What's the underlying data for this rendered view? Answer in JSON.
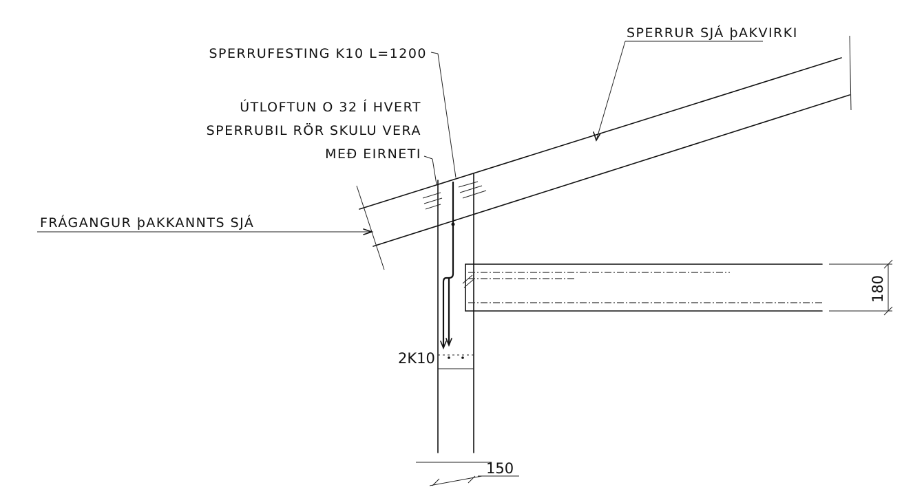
{
  "labels": {
    "rafters": "SPERRUR SJÁ þAKVIRKI",
    "rafter_fixing": "SPERRUFESTING K10 L=1200",
    "ventilation_line1": "ÚTLOFTUN O 32 Í HVERT",
    "ventilation_line2": "SPERRUBIL RÖR SKULU VERA",
    "ventilation_line3": "MEÐ EIRNETI",
    "eaves_finish": "FRÁGANGUR þAKKANNTS SJÁ",
    "rebar": "2K10"
  },
  "dimensions": {
    "slab_thickness": "180",
    "wall_width": "150"
  }
}
